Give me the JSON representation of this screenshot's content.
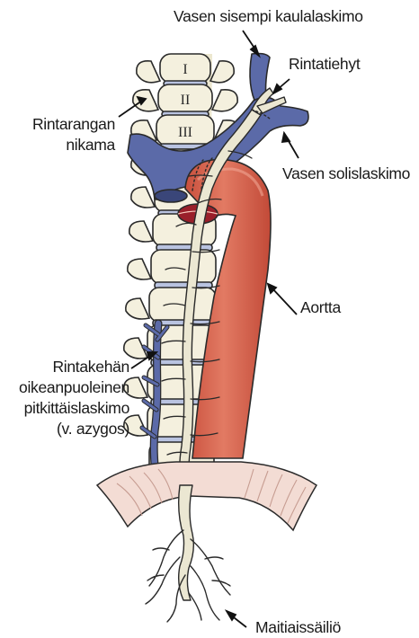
{
  "diagram": {
    "vertebra_numerals": [
      "I",
      "II",
      "III"
    ],
    "labels": {
      "vasen_sisempi_kaulalaskimo": "Vasen sisempi kaulalaskimo",
      "rintatiehyt": "Rintatiehyt",
      "rintarangan_nikama": [
        "Rintarangan",
        "nikama"
      ],
      "vasen_solislaskimo": "Vasen solislaskimo",
      "aortta": "Aortta",
      "azygos": [
        "Rintakehän",
        "oikeanpuoleinen",
        "pitkittäislaskimo",
        "(v. azygos)"
      ],
      "maitiaissailio": "Maitiaissäiliö"
    },
    "colors": {
      "bone_fill": "#f4f0de",
      "bone_outline": "#2a2a2a",
      "vein_blue": "#5b6aa8",
      "aorta_red": "#d9604c",
      "aorta_highlight": "#e88a73",
      "duct_fill": "#ebe7d2",
      "diaphragm_fill": "#f3dcd4",
      "diaphragm_lines": "#c79d92"
    }
  }
}
